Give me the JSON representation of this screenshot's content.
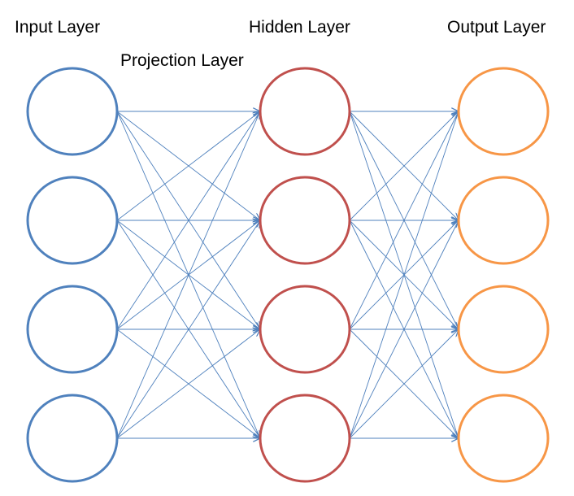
{
  "labels": {
    "input": "Input Layer",
    "projection": "Projection Layer",
    "hidden": "Hidden Layer",
    "output": "Output Layer"
  },
  "layers": [
    {
      "key": "input",
      "node_count": 4,
      "color": "#4f81bd"
    },
    {
      "key": "hidden",
      "node_count": 4,
      "color": "#c0504d"
    },
    {
      "key": "output",
      "node_count": 4,
      "color": "#f79646"
    }
  ],
  "connections": {
    "color": "#4f81bd",
    "pattern": "fully-connected",
    "arrowheads": true
  }
}
